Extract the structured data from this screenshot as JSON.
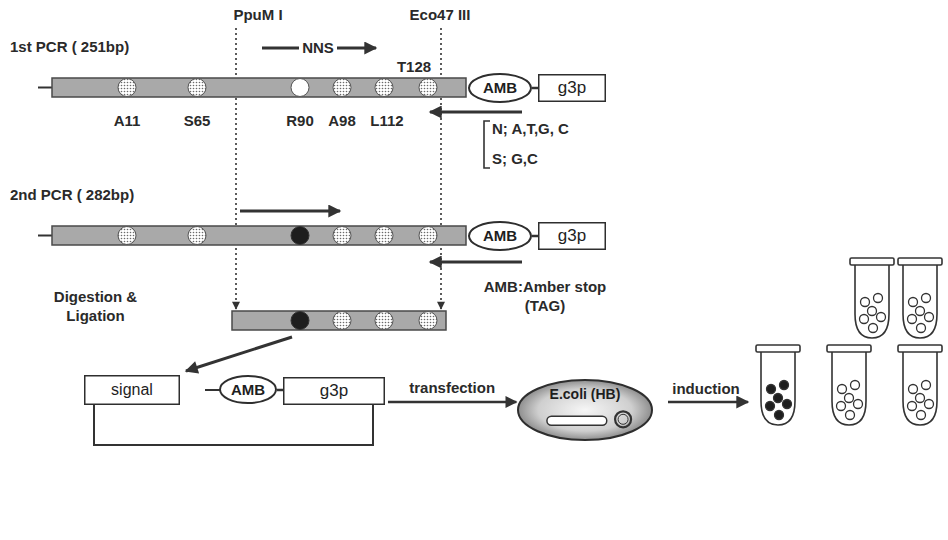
{
  "diagram": {
    "nodes": [
      {
        "text": [
          "AMB"
        ]
      },
      {
        "text": [
          "g3p"
        ]
      },
      {
        "text": [
          "AMB"
        ]
      },
      {
        "text": [
          "g3p"
        ]
      },
      {
        "text": [
          "signal"
        ]
      },
      {
        "text": [
          "AMB"
        ]
      },
      {
        "text": [
          "g3p"
        ]
      },
      {
        "text": [
          "E.coli (HB)"
        ]
      }
    ],
    "edges": [
      {
        "from": 0,
        "to": 1,
        "arrow": "none"
      },
      {
        "from": 2,
        "to": 3,
        "arrow": "none"
      },
      {
        "from": 4,
        "to": 6,
        "arrow": "none"
      },
      {
        "from": 5,
        "to": 6,
        "arrow": "none"
      },
      {
        "from": 6,
        "to": 7,
        "arrow": "to",
        "label": "transfection"
      }
    ],
    "labels": [
      "PpuM I",
      "Eco47 III",
      "1st PCR ( 251bp)",
      "NNS",
      "T128",
      "A11",
      "S65",
      "R90",
      "A98",
      "L112",
      "N; A,T,G, C",
      "S; G,C",
      "2nd PCR ( 282bp)",
      "AMB:Amber stop (TAG)",
      "Digestion & Ligation",
      "induction"
    ]
  }
}
